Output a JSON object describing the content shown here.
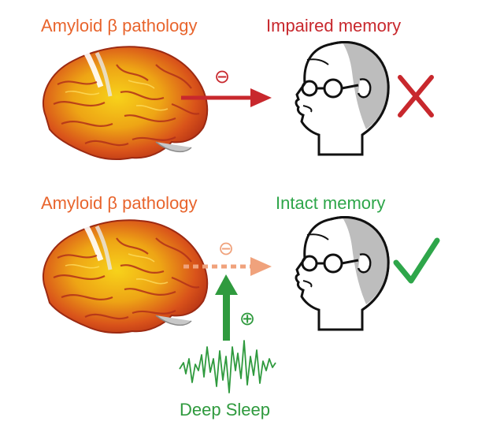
{
  "top_row": {
    "pathology_label": "Amyloid β pathology",
    "outcome_label": "Impaired memory",
    "effect_sign": "⊖",
    "verdict": "cross"
  },
  "bottom_row": {
    "pathology_label": "Amyloid β pathology",
    "outcome_label": "Intact memory",
    "effect_sign": "⊖",
    "modulator_sign": "⊕",
    "modulator_label": "Deep Sleep",
    "verdict": "check"
  },
  "colors": {
    "orange_text": "#e8642c",
    "impaired_red": "#c8282d",
    "intact_green": "#2ea64a",
    "dashed_arrow": "#f0a27c",
    "sleep_green": "#2f9a3e"
  },
  "icons": [
    "brain-icon",
    "head-icon",
    "cross-icon",
    "check-icon",
    "eeg-wave-icon"
  ]
}
